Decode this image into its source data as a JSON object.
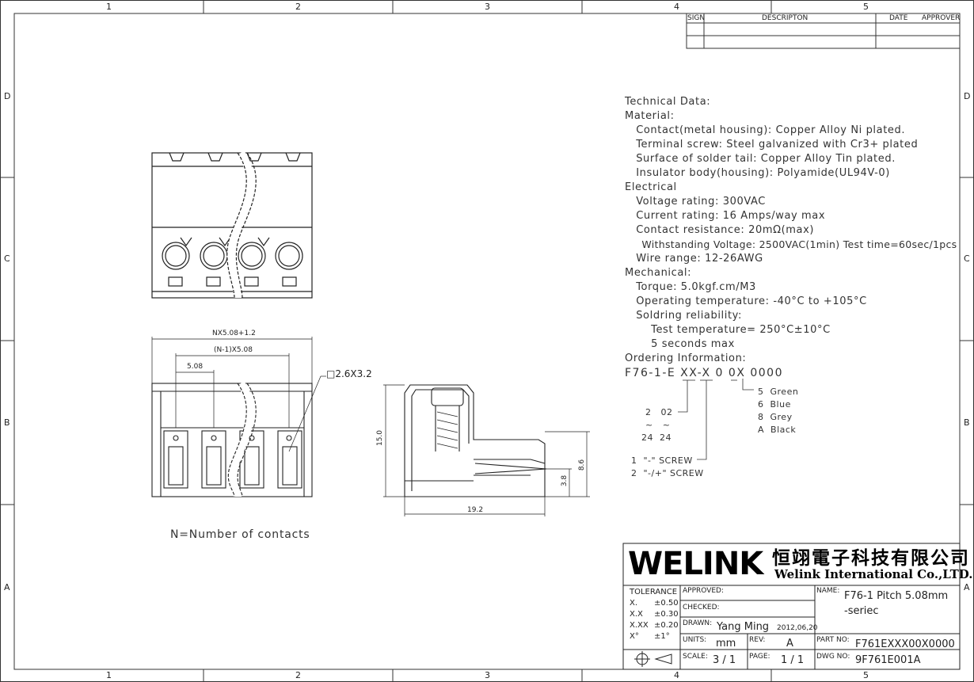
{
  "border": {
    "columns": [
      "1",
      "2",
      "3",
      "4",
      "5"
    ],
    "rows": [
      "D",
      "C",
      "B",
      "A"
    ]
  },
  "revision_block": {
    "headers": {
      "sign": "SIGN",
      "description": "DESCRIPTON",
      "date": "DATE",
      "approver": "APPROVER"
    }
  },
  "technical": {
    "lines": [
      "Technical Data:",
      "Material:",
      "   Contact(metal housing): Copper Alloy Ni plated.",
      "   Terminal screw: Steel galvanized with Cr3+ plated",
      "   Surface of solder tail: Copper Alloy Tin plated.",
      "   Insulator body(housing): Polyamide(UL94V-0)",
      "Electrical",
      "   Voltage rating: 300VAC",
      "   Current rating: 16 Amps/way max",
      "   Contact resistance: 20mΩ(max)",
      "     Withstanding Voltage: 2500VAC(1min) Test time=60sec/1pcs",
      "   Wire range: 12-26AWG",
      "Mechanical:",
      "   Torque: 5.0kgf.cm/M3",
      "   Operating temperature: -40°C to +105°C",
      "   Soldring reliability:",
      "       Test temperature= 250°C±10°C",
      "       5 seconds max",
      "Ordering Information:"
    ],
    "order_code": "F76-1-E XX-X 0 0X 0000",
    "colors": [
      "5  Green",
      "6  Blue",
      "8  Grey",
      "A  Black"
    ],
    "poles_a": "2   02",
    "poles_dash": "~   ~",
    "poles_b": "24  24",
    "screw_1": "1  \"-\" SCREW",
    "screw_2": "2  \"-/+\" SCREW"
  },
  "dimensions": {
    "nx": "NX5.08+1.2",
    "n1": "(N-1)X5.08",
    "pitch": "5.08",
    "wire_sq": "□2.6X3.2",
    "height": "15.0",
    "side_w": "19.2",
    "h86": "8.6",
    "h38": "3.8"
  },
  "note": "N=Number of contacts",
  "title_block": {
    "logo": "WELINK",
    "company_cn": "恒翊電子科技有限公司",
    "company_en": "Welink International Co.,LTD.",
    "tolerance_title": "TOLERANCE",
    "tol_rows": [
      [
        "X.",
        "±0.50"
      ],
      [
        "X.X",
        "±0.30"
      ],
      [
        "X.XX",
        "±0.20"
      ],
      [
        "X°",
        "±1°"
      ]
    ],
    "approved_label": "APPROVED:",
    "checked_label": "CHECKED:",
    "drawn_label": "DRAWN:",
    "drawn_name": "Yang Ming",
    "drawn_date": "2012,06,20",
    "units_label": "UNITS:",
    "units_value": "mm",
    "rev_label": "REV:",
    "rev_value": "A",
    "scale_label": "SCALE:",
    "scale_value": "3 / 1",
    "page_label": "PAGE:",
    "page_value": "1 / 1",
    "name_label": "NAME:",
    "name_value_1": "F76-1 Pitch 5.08mm",
    "name_value_2": "-seriec",
    "partno_label": "PART NO:",
    "partno_value": "F761EXXX00X0000",
    "dwgno_label": "DWG NO:",
    "dwgno_value": "9F761E001A"
  }
}
